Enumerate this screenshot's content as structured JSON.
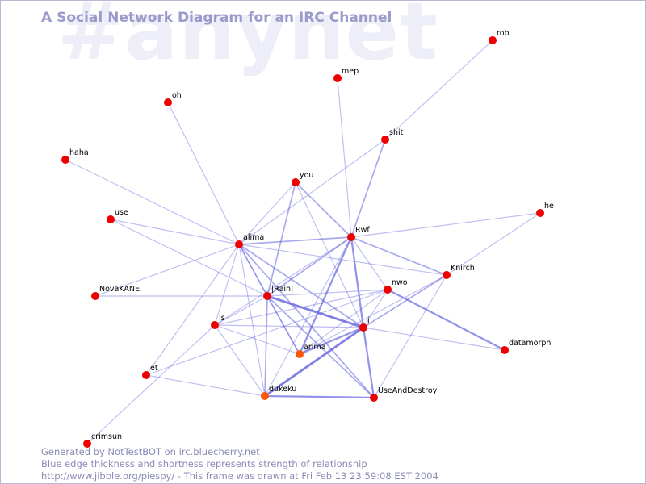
{
  "watermark": "#anynet",
  "title": "A Social Network Diagram for an IRC Channel",
  "colors": {
    "edge": "#6a6ae0",
    "node": "#ee0000",
    "node_alt": "#ff5500",
    "title": "#9a9acb",
    "watermark": "#eeeef9",
    "footer": "#8a8ab8"
  },
  "nodes": [
    {
      "id": "rob",
      "label": "rob"
    },
    {
      "id": "mep",
      "label": "mep"
    },
    {
      "id": "oh",
      "label": "oh"
    },
    {
      "id": "shit",
      "label": "shit"
    },
    {
      "id": "haha",
      "label": "haha"
    },
    {
      "id": "you",
      "label": "you"
    },
    {
      "id": "he",
      "label": "he"
    },
    {
      "id": "use",
      "label": "use"
    },
    {
      "id": "alima",
      "label": "alima"
    },
    {
      "id": "Rwf",
      "label": "Rwf"
    },
    {
      "id": "Knirch",
      "label": "Knirch"
    },
    {
      "id": "nwo",
      "label": "nwo"
    },
    {
      "id": "NovaKANE",
      "label": "NovaKANE"
    },
    {
      "id": "Rain",
      "label": "|Rain|"
    },
    {
      "id": "is",
      "label": "is"
    },
    {
      "id": "i",
      "label": "i"
    },
    {
      "id": "datamorph",
      "label": "datamorph"
    },
    {
      "id": "arima",
      "label": "arima"
    },
    {
      "id": "et",
      "label": "et"
    },
    {
      "id": "dukeku",
      "label": "dukeku"
    },
    {
      "id": "UseAndDestroy",
      "label": "UseAndDestroy"
    },
    {
      "id": "crimsun",
      "label": "crimsun"
    }
  ],
  "edges": [
    {
      "source": "rob",
      "target": "shit",
      "strength": 1
    },
    {
      "source": "shit",
      "target": "Rwf",
      "strength": 2
    },
    {
      "source": "shit",
      "target": "alima",
      "strength": 1
    },
    {
      "source": "mep",
      "target": "Rwf",
      "strength": 1
    },
    {
      "source": "oh",
      "target": "alima",
      "strength": 1
    },
    {
      "source": "haha",
      "target": "alima",
      "strength": 1
    },
    {
      "source": "use",
      "target": "alima",
      "strength": 1
    },
    {
      "source": "use",
      "target": "Rain",
      "strength": 1
    },
    {
      "source": "you",
      "target": "alima",
      "strength": 1
    },
    {
      "source": "you",
      "target": "Rain",
      "strength": 2
    },
    {
      "source": "you",
      "target": "Rwf",
      "strength": 2
    },
    {
      "source": "you",
      "target": "i",
      "strength": 1
    },
    {
      "source": "he",
      "target": "Rwf",
      "strength": 1
    },
    {
      "source": "he",
      "target": "Knirch",
      "strength": 1
    },
    {
      "source": "alima",
      "target": "Rwf",
      "strength": 2
    },
    {
      "source": "alima",
      "target": "Knirch",
      "strength": 1
    },
    {
      "source": "alima",
      "target": "Rain",
      "strength": 2
    },
    {
      "source": "alima",
      "target": "is",
      "strength": 1
    },
    {
      "source": "alima",
      "target": "i",
      "strength": 2
    },
    {
      "source": "alima",
      "target": "arima",
      "strength": 1
    },
    {
      "source": "alima",
      "target": "dukeku",
      "strength": 1
    },
    {
      "source": "alima",
      "target": "NovaKANE",
      "strength": 1
    },
    {
      "source": "alima",
      "target": "et",
      "strength": 1
    },
    {
      "source": "alima",
      "target": "UseAndDestroy",
      "strength": 2
    },
    {
      "source": "Rwf",
      "target": "Knirch",
      "strength": 2
    },
    {
      "source": "Rwf",
      "target": "Rain",
      "strength": 2
    },
    {
      "source": "Rwf",
      "target": "i",
      "strength": 3
    },
    {
      "source": "Rwf",
      "target": "arima",
      "strength": 3
    },
    {
      "source": "Rwf",
      "target": "nwo",
      "strength": 1
    },
    {
      "source": "Rwf",
      "target": "dukeku",
      "strength": 1
    },
    {
      "source": "Rwf",
      "target": "is",
      "strength": 1
    },
    {
      "source": "Knirch",
      "target": "i",
      "strength": 2
    },
    {
      "source": "Knirch",
      "target": "arima",
      "strength": 1
    },
    {
      "source": "Knirch",
      "target": "UseAndDestroy",
      "strength": 1
    },
    {
      "source": "nwo",
      "target": "Rain",
      "strength": 1
    },
    {
      "source": "nwo",
      "target": "datamorph",
      "strength": 3
    },
    {
      "source": "nwo",
      "target": "i",
      "strength": 1
    },
    {
      "source": "nwo",
      "target": "is",
      "strength": 1
    },
    {
      "source": "nwo",
      "target": "arima",
      "strength": 1
    },
    {
      "source": "NovaKANE",
      "target": "Rain",
      "strength": 1
    },
    {
      "source": "Rain",
      "target": "i",
      "strength": 4
    },
    {
      "source": "Rain",
      "target": "arima",
      "strength": 2
    },
    {
      "source": "Rain",
      "target": "dukeku",
      "strength": 2
    },
    {
      "source": "Rain",
      "target": "is",
      "strength": 1
    },
    {
      "source": "Rain",
      "target": "UseAndDestroy",
      "strength": 2
    },
    {
      "source": "is",
      "target": "arima",
      "strength": 1
    },
    {
      "source": "is",
      "target": "i",
      "strength": 1
    },
    {
      "source": "is",
      "target": "dukeku",
      "strength": 1
    },
    {
      "source": "is",
      "target": "crimsun",
      "strength": 1
    },
    {
      "source": "i",
      "target": "arima",
      "strength": 3
    },
    {
      "source": "i",
      "target": "dukeku",
      "strength": 4
    },
    {
      "source": "i",
      "target": "UseAndDestroy",
      "strength": 3
    },
    {
      "source": "i",
      "target": "datamorph",
      "strength": 1
    },
    {
      "source": "et",
      "target": "dukeku",
      "strength": 1
    },
    {
      "source": "et",
      "target": "nwo",
      "strength": 1
    },
    {
      "source": "dukeku",
      "target": "UseAndDestroy",
      "strength": 3
    }
  ],
  "footer": {
    "line1": "Generated by NotTestBOT on irc.bluecherry.net",
    "line2": "Blue edge thickness and shortness represents strength of relationship",
    "line3": "http://www.jibble.org/piespy/ - This frame was drawn at Fri Feb 13 23:59:08 EST 2004"
  }
}
